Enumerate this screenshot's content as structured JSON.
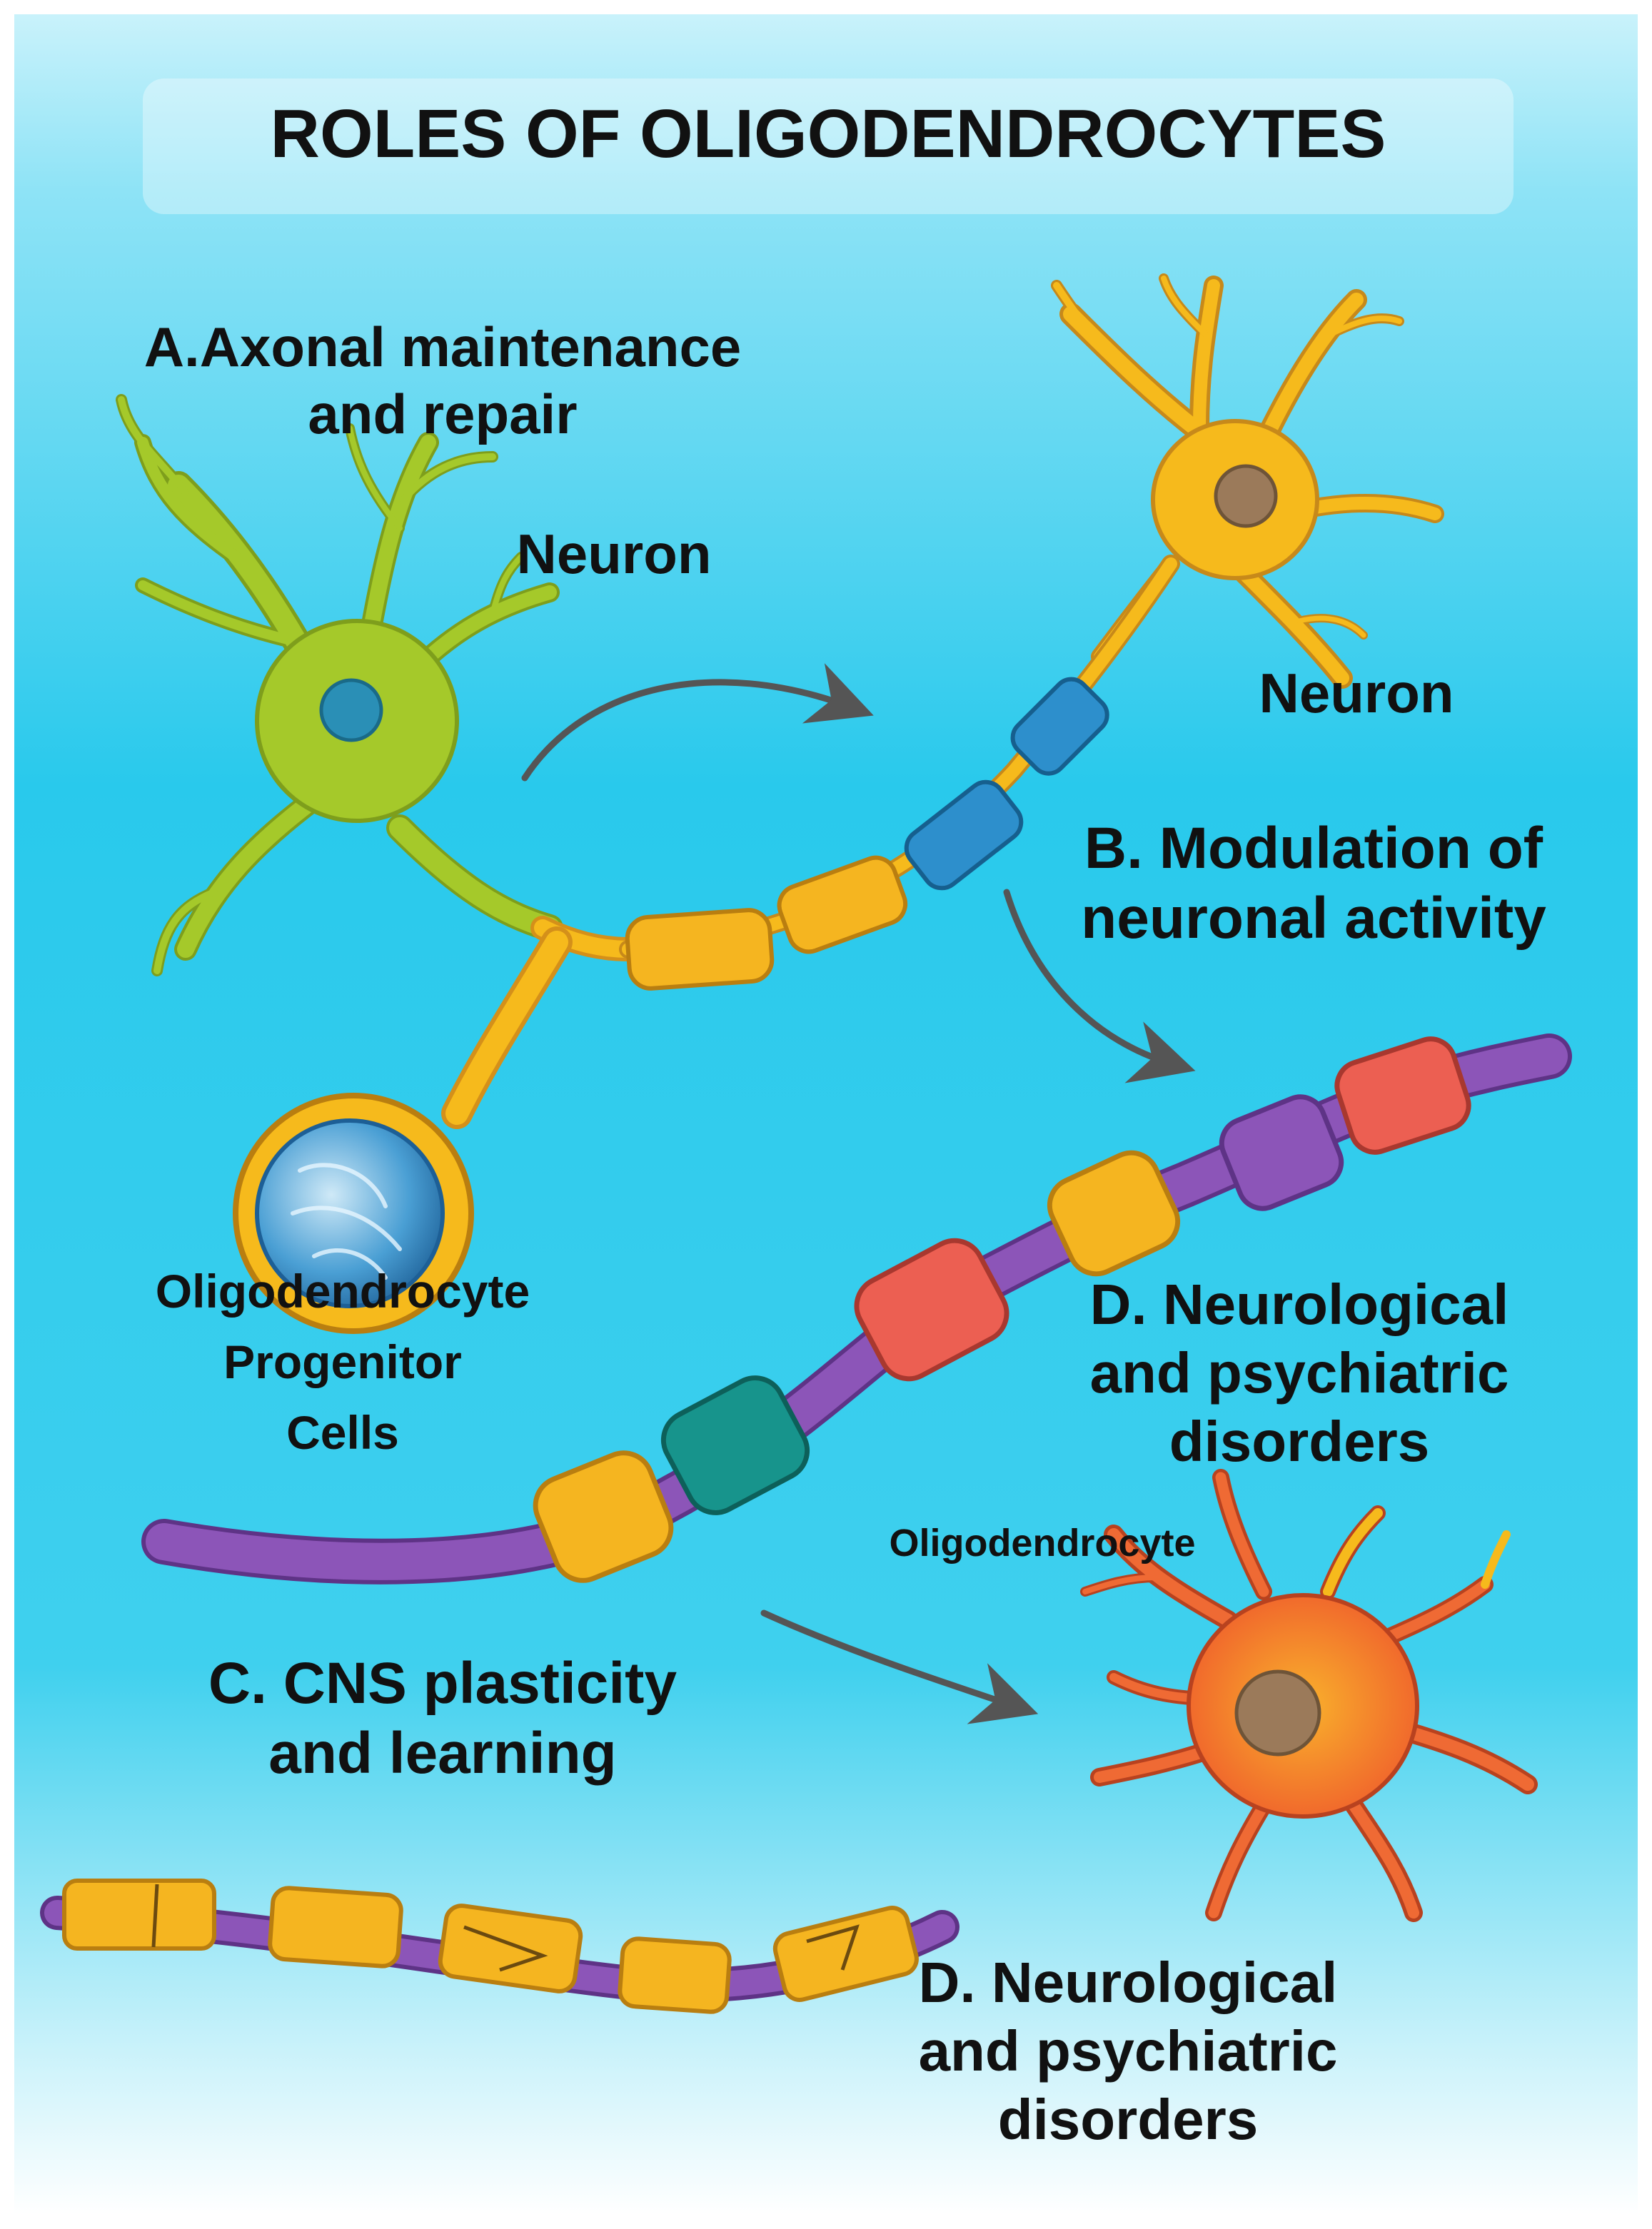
{
  "title": "ROLES OF OLIGODENDROCYTES",
  "labels": {
    "a": [
      "A.Axonal maintenance",
      "and repair"
    ],
    "neuron_left": "Neuron",
    "neuron_right": "Neuron",
    "b": [
      "B. Modulation of",
      "neuronal activity"
    ],
    "opc": [
      "Oligodendrocyte",
      "Progenitor",
      "Cells"
    ],
    "d_upper": [
      "D. Neurological",
      "and psychiatric",
      "disorders"
    ],
    "oligodendrocyte": "Oligodendrocyte",
    "c": [
      "C. CNS plasticity",
      "and learning"
    ],
    "d_lower": [
      "D. Neurological",
      "and psychiatric",
      "disorders"
    ]
  },
  "colors": {
    "background_top": "#b9ecf7",
    "background_mid": "#29c9ec",
    "background_bottom": "#ffffff",
    "green_neuron": "#a5c92a",
    "yellow_neuron": "#f6ba1c",
    "myelin_yellow": "#f5b520",
    "myelin_blue": "#2d8fcc",
    "myelin_red": "#ec5f52",
    "myelin_teal": "#17948c",
    "axon_purple": "#8c55b8",
    "oligodendrocyte_orange": "#f07a2c",
    "nucleus_brown": "#9b7a5a",
    "arrow": "#555555"
  }
}
